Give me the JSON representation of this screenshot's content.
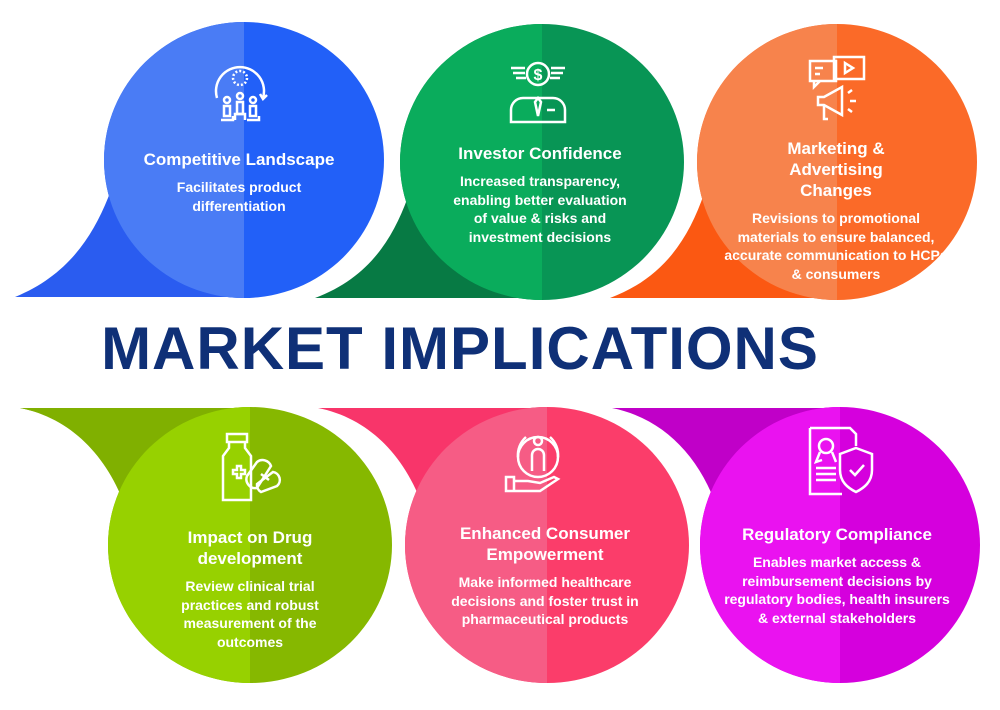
{
  "title": "MARKET IMPLICATIONS",
  "cards": [
    {
      "heading": "Competitive Landscape",
      "text": "Facilitates product differentiation",
      "icon": "podium-people-icon",
      "colors": {
        "left": "#4a7cf5",
        "right": "#2260f8",
        "tail": "#2a5cf0"
      }
    },
    {
      "heading": "Investor Confidence",
      "text": "Increased transparency, enabling better evaluation of value & risks and investment decisions",
      "icon": "investor-dollar-icon",
      "colors": {
        "left": "#0aac5c",
        "right": "#089555",
        "tail": "#077a44"
      }
    },
    {
      "heading": "Marketing & Advertising Changes",
      "text": "Revisions to promotional materials to ensure balanced, accurate communication to HCPs & consumers",
      "icon": "megaphone-video-icon",
      "colors": {
        "left": "#f7834c",
        "right": "#fb6a28",
        "tail": "#fb5812"
      }
    },
    {
      "heading": "Impact on Drug development",
      "text": "Review clinical trial practices and robust measurement of the outcomes",
      "icon": "medicine-bottle-pills-icon",
      "colors": {
        "left": "#97d100",
        "right": "#86b800",
        "tail": "#80b000"
      }
    },
    {
      "heading": "Enhanced Consumer Empowerment",
      "text": "Make informed healthcare decisions and foster trust in pharmaceutical products",
      "icon": "hand-person-icon",
      "colors": {
        "left": "#f65c85",
        "right": "#fb3d6a",
        "tail": "#f8356a"
      }
    },
    {
      "heading": "Regulatory Compliance",
      "text": "Enables market access & reimbursement decisions by regulatory bodies, health insurers & external stakeholders",
      "icon": "document-shield-icon",
      "colors": {
        "left": "#ea12f0",
        "right": "#d500dd",
        "tail": "#c000c8"
      }
    }
  ]
}
